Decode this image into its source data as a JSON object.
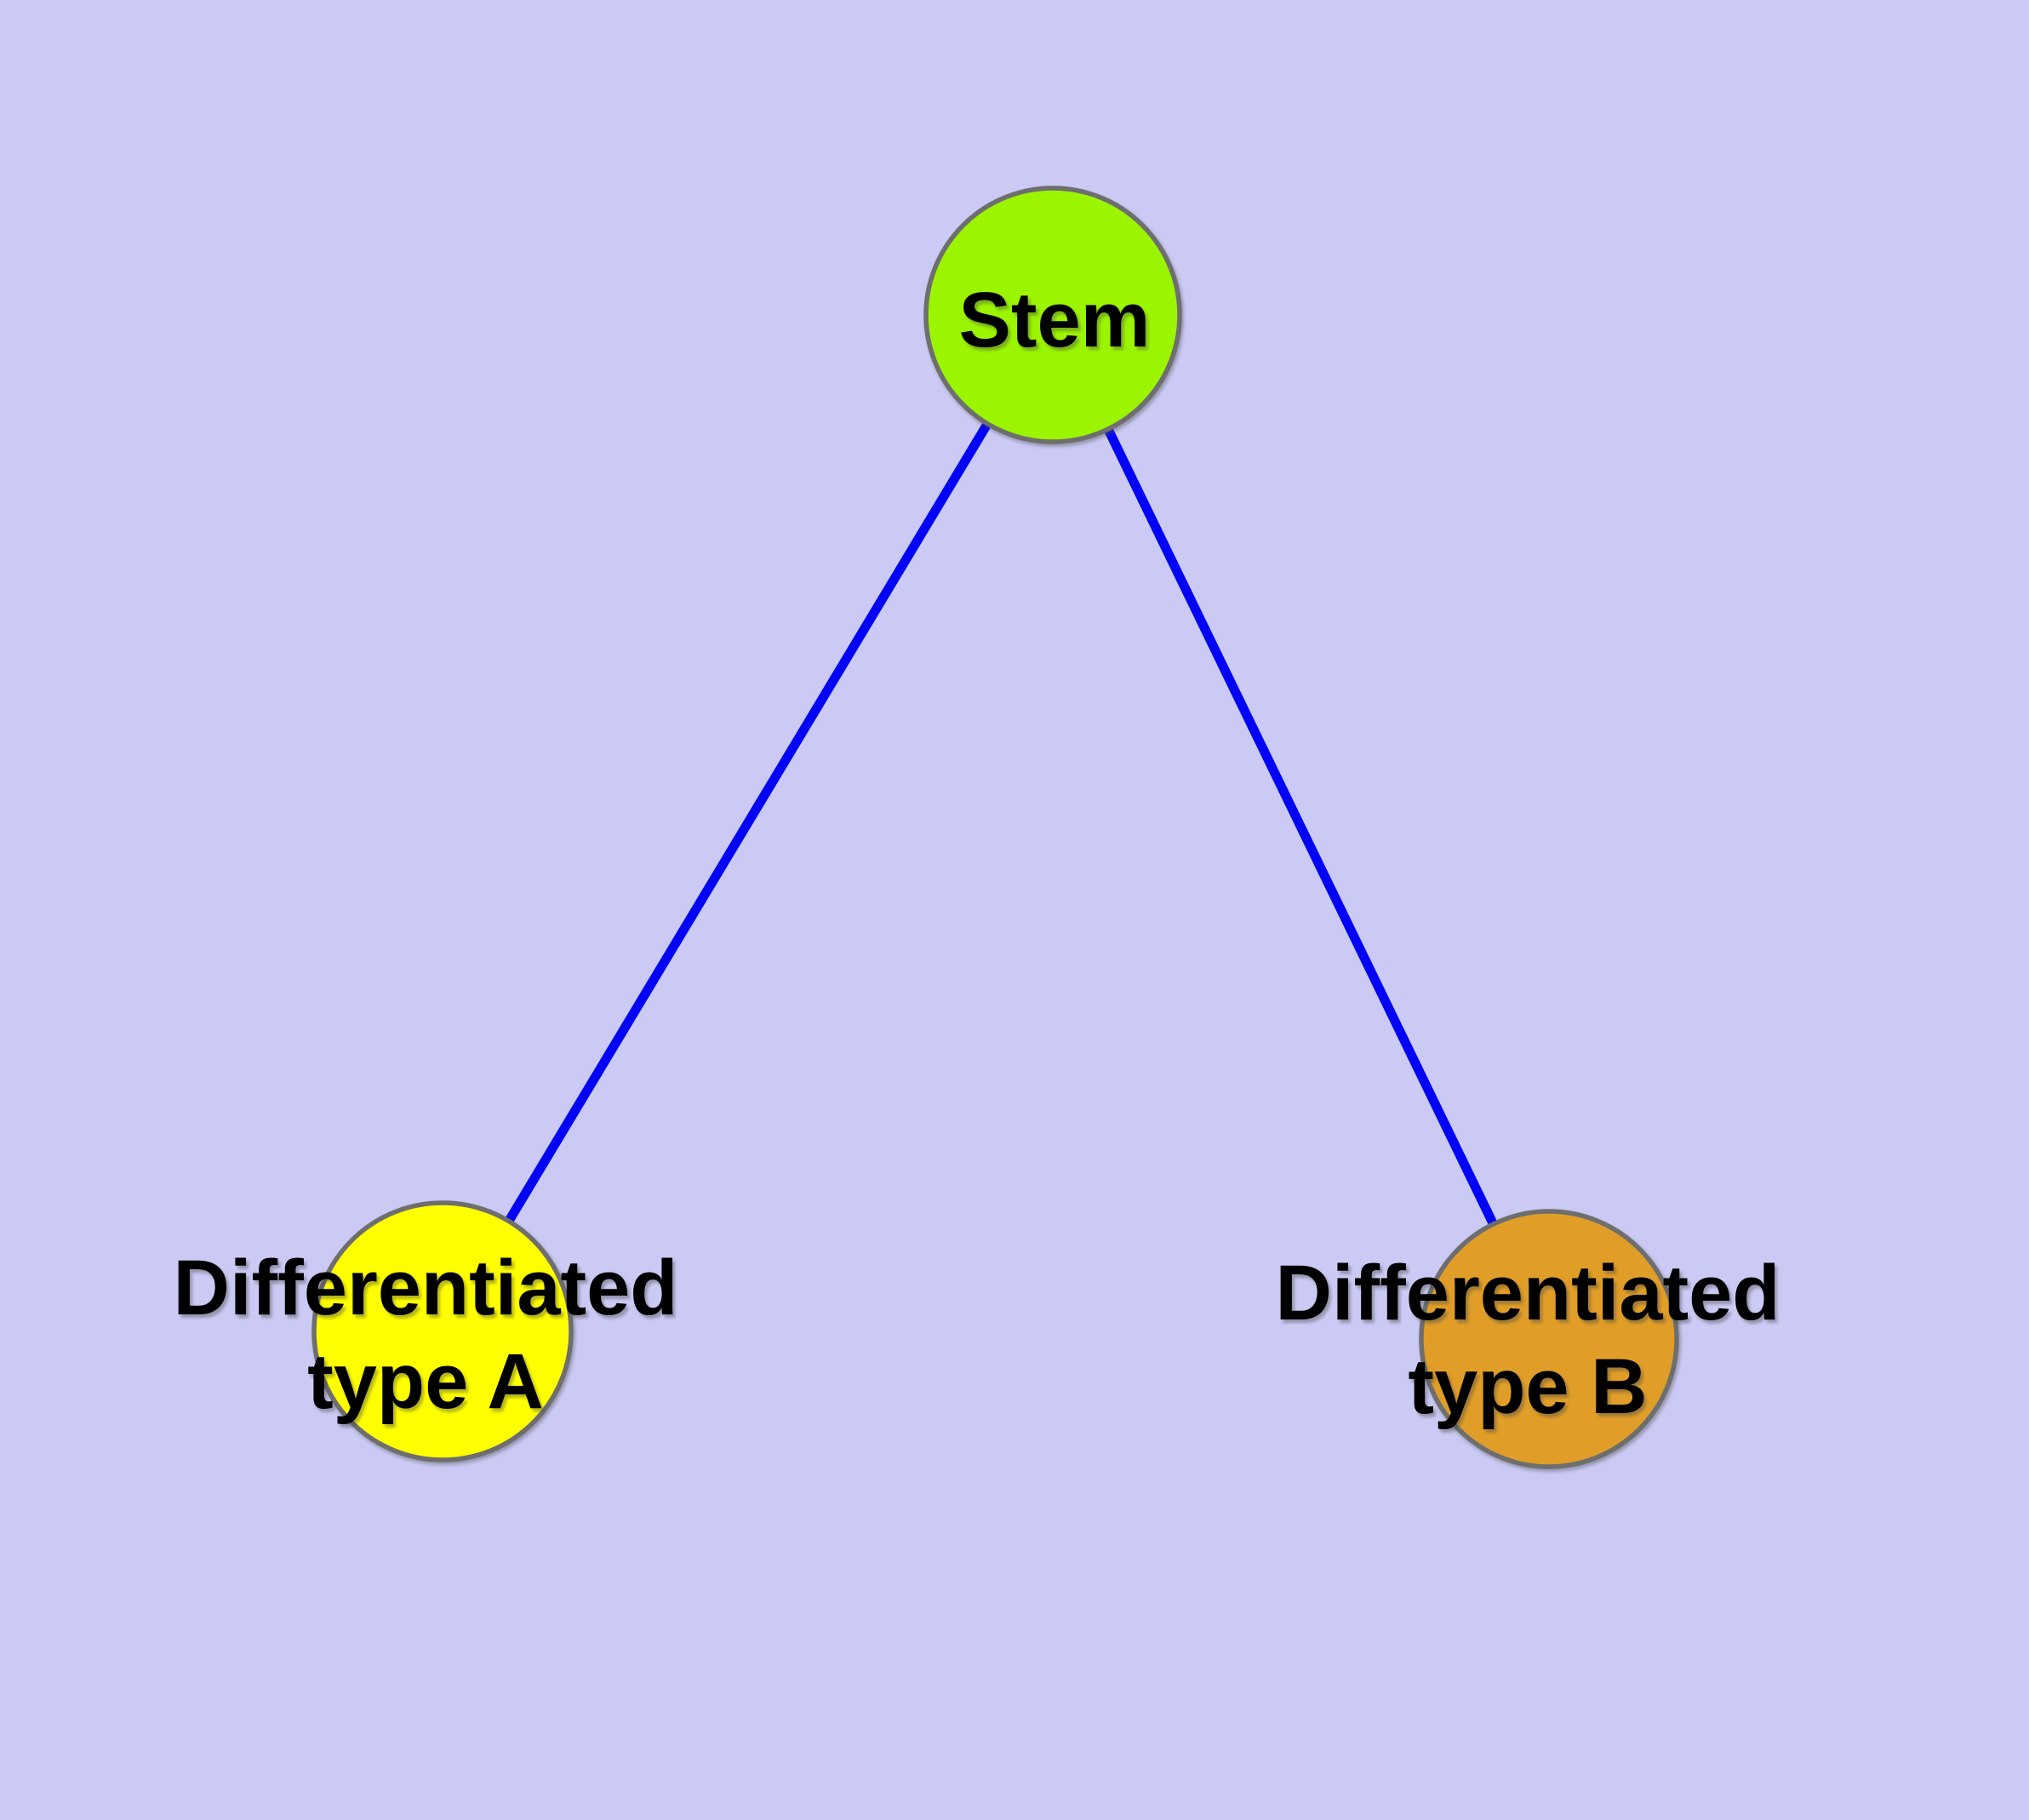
{
  "diagram": {
    "type": "node-link-graph",
    "background_color": "#CACAF5",
    "edge_color": "#0202F5",
    "node_border_color": "#6E6E6E",
    "label_text_color": "#000000"
  },
  "nodes": {
    "stem": {
      "label": "Stem",
      "color": "#9BF500"
    },
    "type_a": {
      "label_line1": "Differentiated",
      "label_line2": "type A",
      "full_label": "Differentiated type A",
      "color": "#FFFF00"
    },
    "type_b": {
      "label_line1": "Differentiated",
      "label_line2": "type B",
      "full_label": "Differentiated type B",
      "color": "#E09E28"
    }
  },
  "edges": [
    {
      "from": "Stem",
      "to": "Differentiated type A"
    },
    {
      "from": "Stem",
      "to": "Differentiated type B"
    }
  ]
}
